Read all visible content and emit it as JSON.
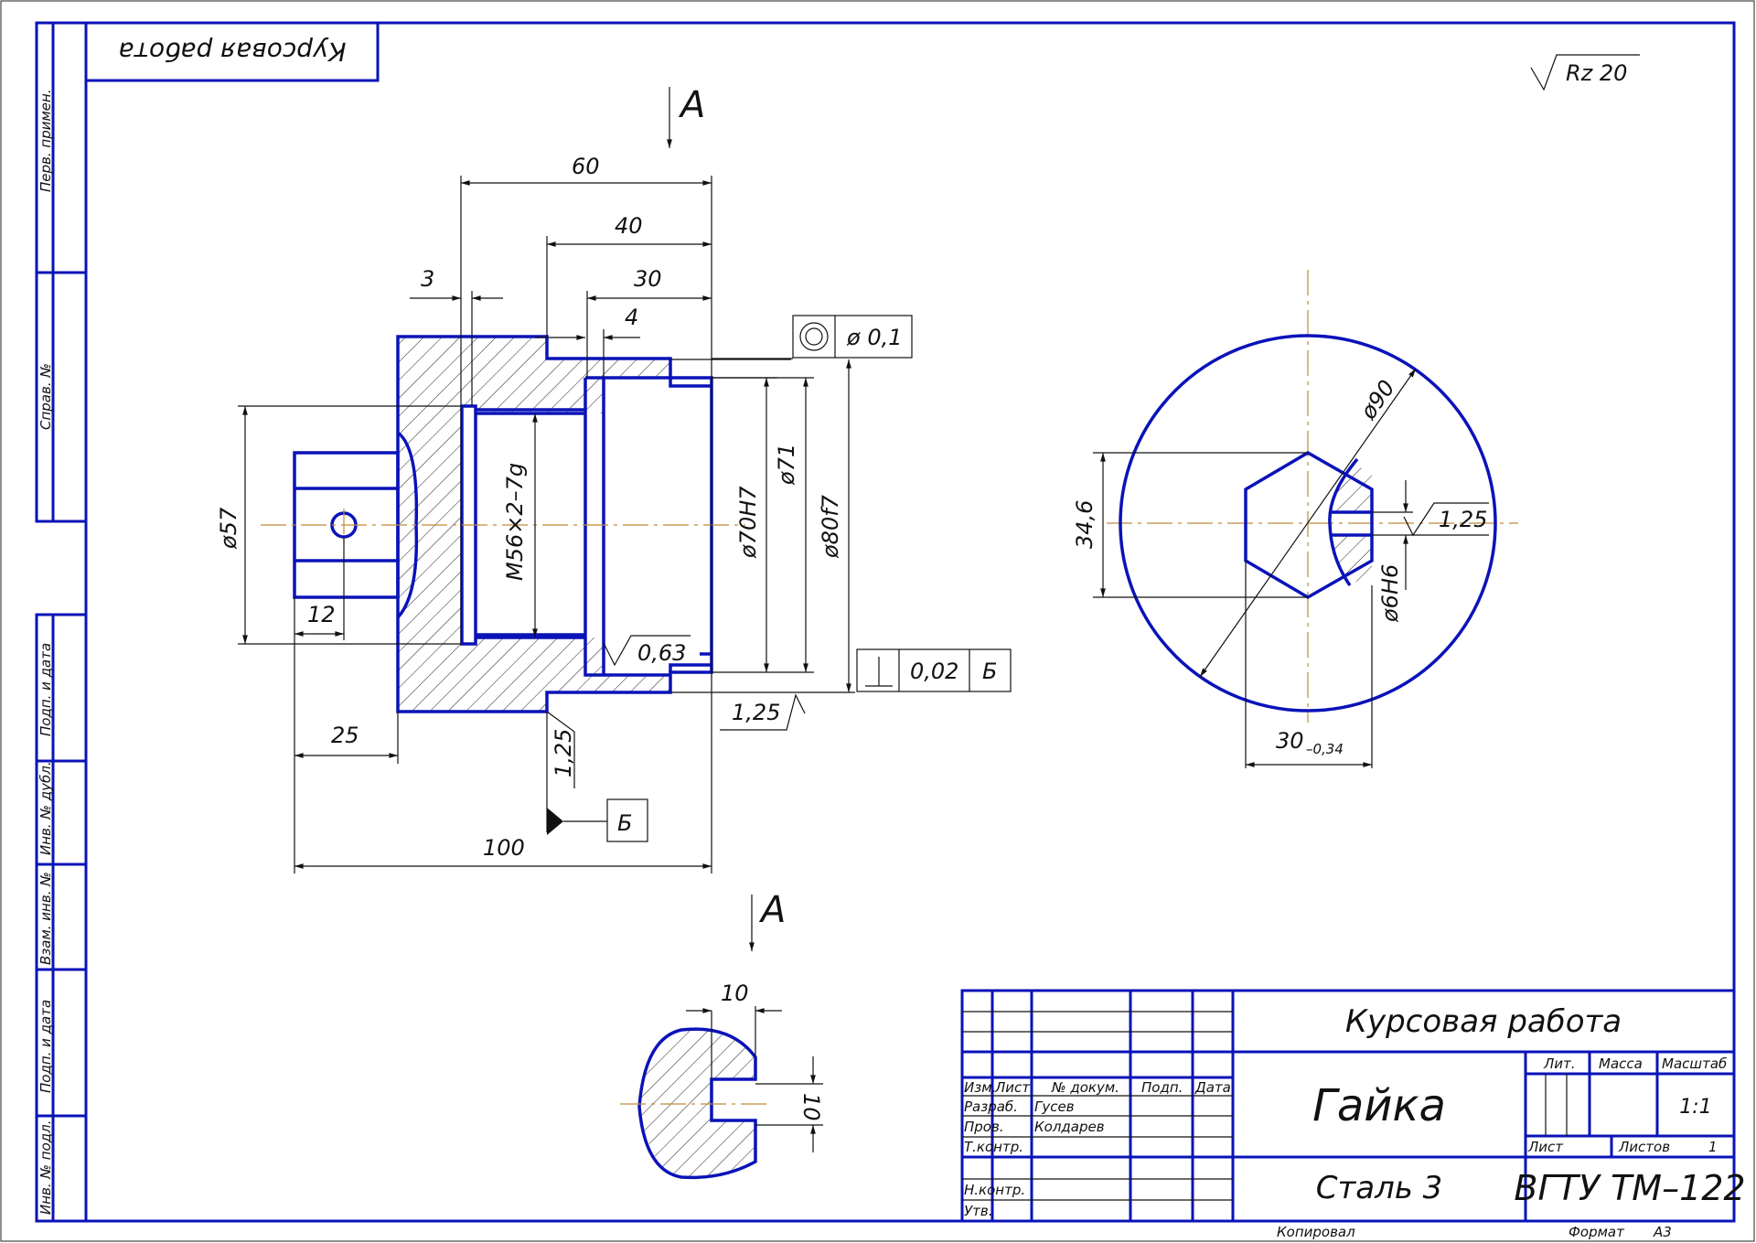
{
  "drawing": {
    "top_stamp": "Курсовая работа",
    "roughness_general": "Rz 20",
    "section_label_top": "А",
    "section_label_bottom": "А",
    "left_strip": {
      "upper": [
        "Перв. примен.",
        "Справ. №"
      ],
      "lower": [
        "Подп. и дата",
        "Инв. № дубл.",
        "Взам. инв. №",
        "Подп. и дата",
        "Инв. № подл."
      ]
    },
    "main_view": {
      "dims": {
        "d60": "60",
        "d40": "40",
        "d30": "30",
        "d3": "3",
        "d4": "4",
        "d12": "12",
        "d25": "25",
        "d100": "100",
        "phi57": "ø57",
        "thread": "M56×2–7g",
        "phi70": "ø70H7",
        "phi71": "ø71",
        "phi80": "ø80f7"
      },
      "roughness": {
        "r063": "0,63",
        "r125_right": "1,25",
        "r125_bottom": "1,25"
      },
      "concentricity": {
        "symbol": "◎",
        "value": "ø 0,1"
      },
      "perpendicularity": {
        "symbol": "⊥",
        "value": "0,02",
        "datum": "Б"
      },
      "datum_label": "Б"
    },
    "end_view": {
      "dims": {
        "phi90": "ø90",
        "across_corners": "34,6",
        "across_flats": "30",
        "across_flats_tol": "–0,34",
        "hole": "ø6H6",
        "roughness": "1,25"
      }
    },
    "section_view": {
      "dims": {
        "width": "10",
        "height": "10"
      }
    }
  },
  "title_block": {
    "project": "Курсовая работа",
    "part_name": "Гайка",
    "material": "Сталь 3",
    "org": "ВГТУ ТМ–122",
    "header": {
      "izm": "Изм.",
      "list": "Лист",
      "doc": "№ докум.",
      "podp": "Подп.",
      "date": "Дата"
    },
    "roles": [
      {
        "role": "Разраб.",
        "name": "Гусев"
      },
      {
        "role": "Пров.",
        "name": "Колдарев"
      },
      {
        "role": "Т.контр.",
        "name": ""
      },
      {
        "role": "",
        "name": ""
      },
      {
        "role": "Н.контр.",
        "name": ""
      },
      {
        "role": "Утв.",
        "name": ""
      }
    ],
    "lit_label": "Лит.",
    "mass_label": "Масса",
    "scale_label": "Масштаб",
    "scale_value": "1:1",
    "sheet_label": "Лист",
    "sheets_label": "Листов",
    "sheets_value": "1",
    "copied": "Копировал",
    "format_label": "Формат",
    "format_value": "А3"
  },
  "colors": {
    "frame": "#0a13b8",
    "centerline": "#c08a3a",
    "dimension": "#111111"
  }
}
